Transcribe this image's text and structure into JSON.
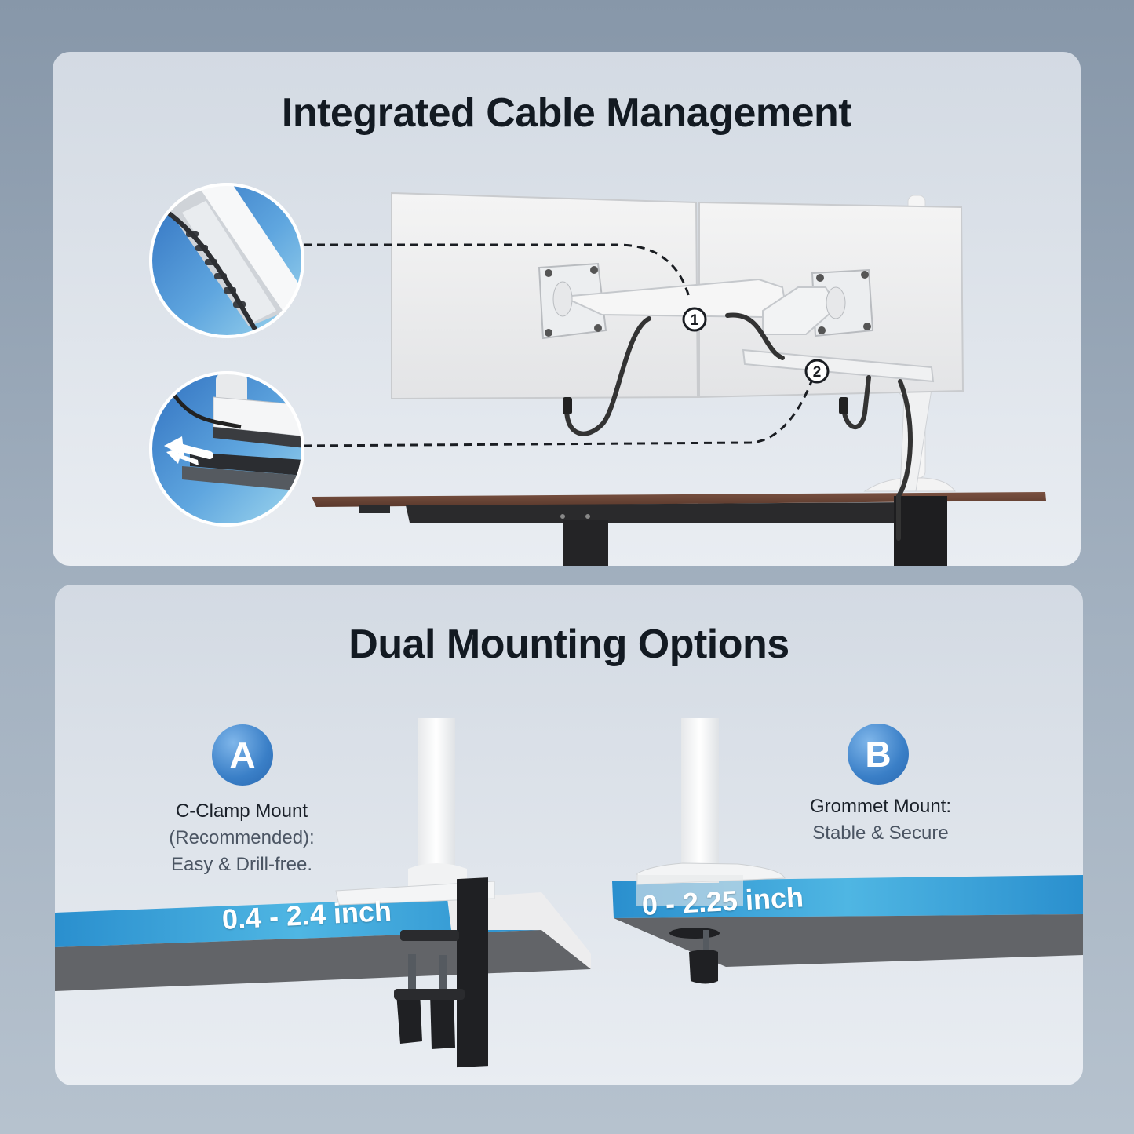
{
  "cable_section": {
    "title": "Integrated Cable Management",
    "callouts": [
      {
        "marker": "1"
      },
      {
        "marker": "2"
      }
    ],
    "icons": [
      "cable-channel-closeup",
      "cable-clip-arrow-closeup",
      "dual-monitors",
      "desk"
    ]
  },
  "mount_section": {
    "title": "Dual Mounting Options",
    "options": [
      {
        "badge": "A",
        "name": "C-Clamp Mount",
        "note": "(Recommended):",
        "detail": "Easy & Drill-free.",
        "thickness": "0.4 - 2.4 inch"
      },
      {
        "badge": "B",
        "name": "Grommet Mount:",
        "detail": "Stable & Secure",
        "thickness": "0 - 2.25 inch"
      }
    ]
  },
  "colors": {
    "accent_blue": "#2e9ad3",
    "desk_wood": "#6b4535",
    "title_text": "#131a22",
    "badge_blue": "#3a7fc7"
  }
}
